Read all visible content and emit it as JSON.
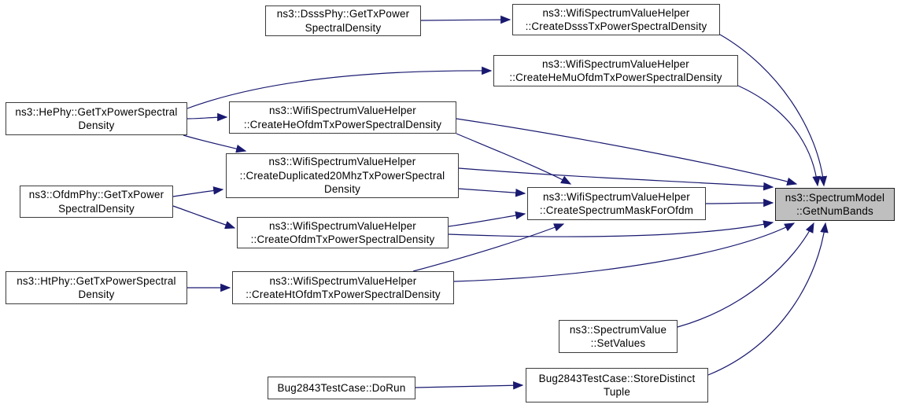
{
  "diagram": {
    "kind": "doxygen-call-graph",
    "target_function": "ns3::SpectrumModel::GetNumBands",
    "colors": {
      "background": "#ffffff",
      "edge": "#191970",
      "node_border": "#3c3c3c",
      "node_fill": "#ffffff",
      "current_node_fill": "#bfbfbf",
      "text": "#000000"
    },
    "nodes": [
      {
        "id": "dsss-phy-gettxpower",
        "label": "ns3::DsssPhy::GetTxPower\nSpectralDensity",
        "current": false
      },
      {
        "id": "create-dsss",
        "label": "ns3::WifiSpectrumValueHelper\n::CreateDsssTxPowerSpectralDensity",
        "current": false
      },
      {
        "id": "create-hemu-ofdm",
        "label": "ns3::WifiSpectrumValueHelper\n::CreateHeMuOfdmTxPowerSpectralDensity",
        "current": false
      },
      {
        "id": "he-phy-gettxpower",
        "label": "ns3::HePhy::GetTxPowerSpectral\nDensity",
        "current": false
      },
      {
        "id": "create-he-ofdm",
        "label": "ns3::WifiSpectrumValueHelper\n::CreateHeOfdmTxPowerSpectralDensity",
        "current": false
      },
      {
        "id": "create-duplicated-20mhz",
        "label": "ns3::WifiSpectrumValueHelper\n::CreateDuplicated20MhzTxPowerSpectral\nDensity",
        "current": false
      },
      {
        "id": "ofdm-phy-gettxpower",
        "label": "ns3::OfdmPhy::GetTxPower\nSpectralDensity",
        "current": false
      },
      {
        "id": "create-ofdm",
        "label": "ns3::WifiSpectrumValueHelper\n::CreateOfdmTxPowerSpectralDensity",
        "current": false
      },
      {
        "id": "create-spectrum-mask",
        "label": "ns3::WifiSpectrumValueHelper\n::CreateSpectrumMaskForOfdm",
        "current": false
      },
      {
        "id": "get-num-bands",
        "label": "ns3::SpectrumModel\n::GetNumBands",
        "current": true
      },
      {
        "id": "ht-phy-gettxpower",
        "label": "ns3::HtPhy::GetTxPowerSpectral\nDensity",
        "current": false
      },
      {
        "id": "create-ht-ofdm",
        "label": "ns3::WifiSpectrumValueHelper\n::CreateHtOfdmTxPowerSpectralDensity",
        "current": false
      },
      {
        "id": "spectrum-value-setvalues",
        "label": "ns3::SpectrumValue\n::SetValues",
        "current": false
      },
      {
        "id": "bug2843-dorun",
        "label": "Bug2843TestCase::DoRun",
        "current": false
      },
      {
        "id": "bug2843-storedistinct",
        "label": "Bug2843TestCase::StoreDistinct\nTuple",
        "current": false
      }
    ],
    "edges": [
      {
        "from": "dsss-phy-gettxpower",
        "to": "create-dsss"
      },
      {
        "from": "create-dsss",
        "to": "get-num-bands"
      },
      {
        "from": "create-hemu-ofdm",
        "to": "get-num-bands"
      },
      {
        "from": "he-phy-gettxpower",
        "to": "create-hemu-ofdm"
      },
      {
        "from": "he-phy-gettxpower",
        "to": "create-he-ofdm"
      },
      {
        "from": "he-phy-gettxpower",
        "to": "create-duplicated-20mhz"
      },
      {
        "from": "ofdm-phy-gettxpower",
        "to": "create-duplicated-20mhz"
      },
      {
        "from": "ofdm-phy-gettxpower",
        "to": "create-ofdm"
      },
      {
        "from": "create-he-ofdm",
        "to": "create-spectrum-mask"
      },
      {
        "from": "create-he-ofdm",
        "to": "get-num-bands"
      },
      {
        "from": "create-duplicated-20mhz",
        "to": "create-spectrum-mask"
      },
      {
        "from": "create-duplicated-20mhz",
        "to": "get-num-bands"
      },
      {
        "from": "create-ofdm",
        "to": "create-spectrum-mask"
      },
      {
        "from": "create-ofdm",
        "to": "get-num-bands"
      },
      {
        "from": "create-spectrum-mask",
        "to": "get-num-bands"
      },
      {
        "from": "create-ht-ofdm",
        "to": "create-spectrum-mask"
      },
      {
        "from": "create-ht-ofdm",
        "to": "get-num-bands"
      },
      {
        "from": "ht-phy-gettxpower",
        "to": "create-ht-ofdm"
      },
      {
        "from": "spectrum-value-setvalues",
        "to": "get-num-bands"
      },
      {
        "from": "bug2843-dorun",
        "to": "bug2843-storedistinct"
      },
      {
        "from": "bug2843-storedistinct",
        "to": "get-num-bands"
      }
    ]
  }
}
